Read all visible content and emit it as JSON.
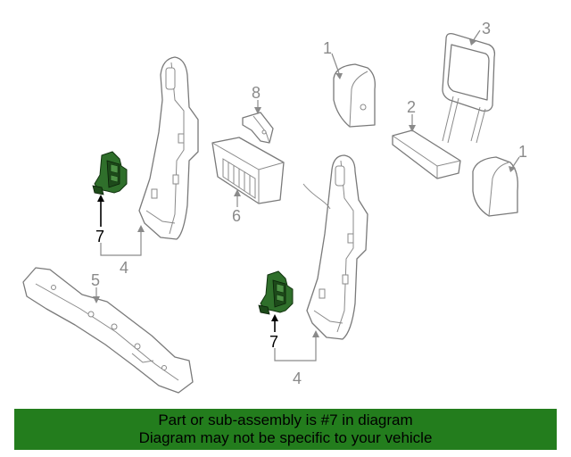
{
  "callouts": {
    "c1a": "1",
    "c1b": "1",
    "c2": "2",
    "c3": "3",
    "c4a": "4",
    "c4b": "4",
    "c5": "5",
    "c6": "6",
    "c7a": "7",
    "c7b": "7",
    "c8": "8"
  },
  "banner": {
    "line1": "Part or sub-assembly is #7 in diagram",
    "line2": "Diagram may not be specific to your vehicle"
  },
  "colors": {
    "banner_bg": "#237d1d",
    "highlight_part": "#2f6f2b",
    "line_art": "#7a7a7a"
  }
}
